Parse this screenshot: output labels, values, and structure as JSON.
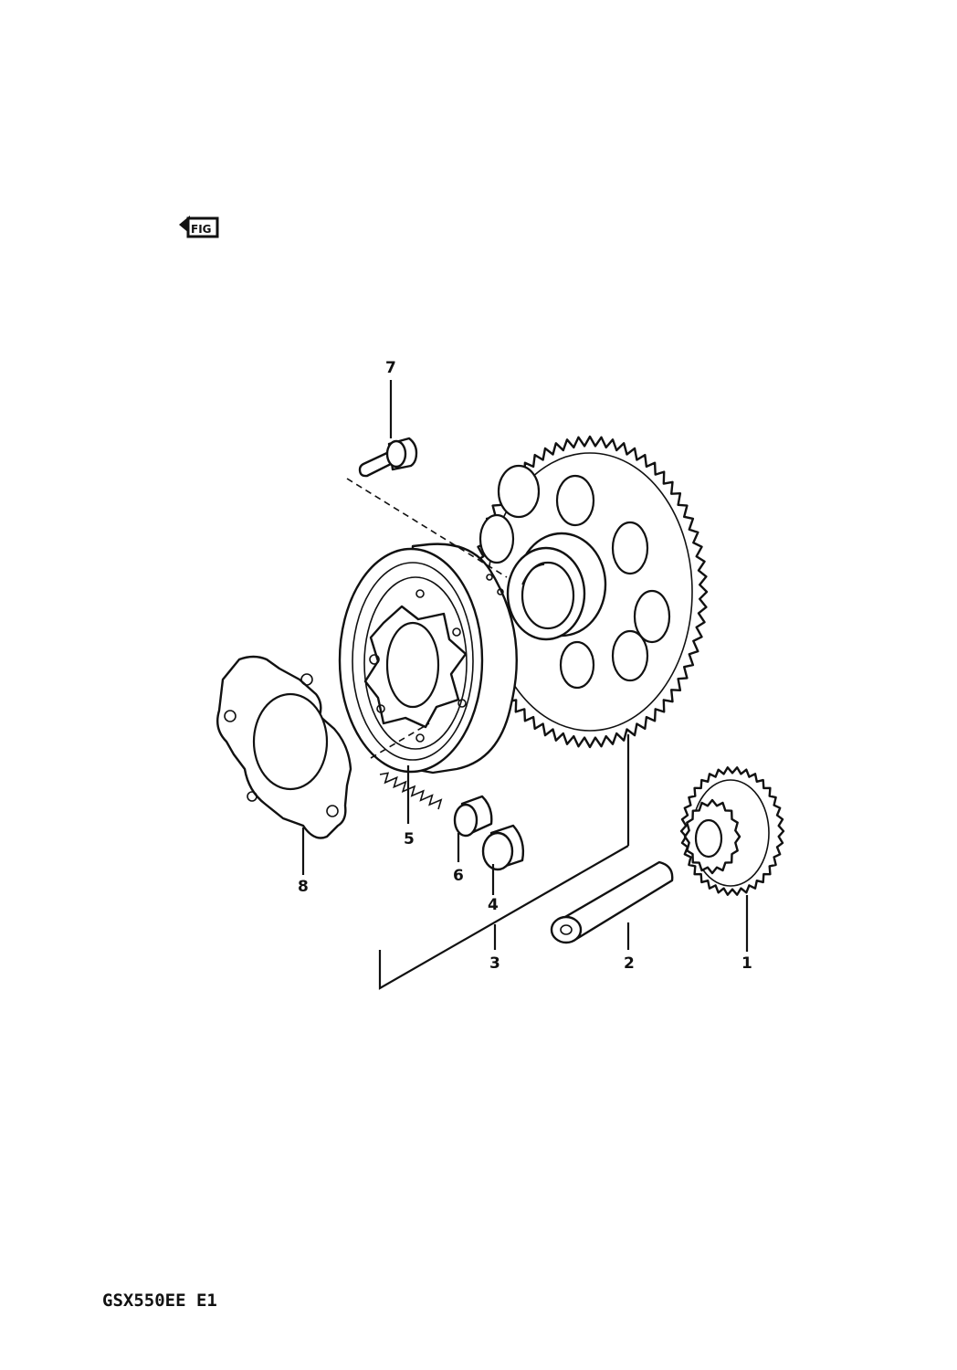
{
  "diagram": {
    "ref_mark": "FIG",
    "model_code": "GSX550EE E1",
    "callouts": [
      {
        "id": "1",
        "text": "1"
      },
      {
        "id": "2",
        "text": "2"
      },
      {
        "id": "3",
        "text": "3"
      },
      {
        "id": "4",
        "text": "4"
      },
      {
        "id": "5",
        "text": "5"
      },
      {
        "id": "6",
        "text": "6"
      },
      {
        "id": "7",
        "text": "7"
      },
      {
        "id": "8",
        "text": "8"
      }
    ]
  }
}
